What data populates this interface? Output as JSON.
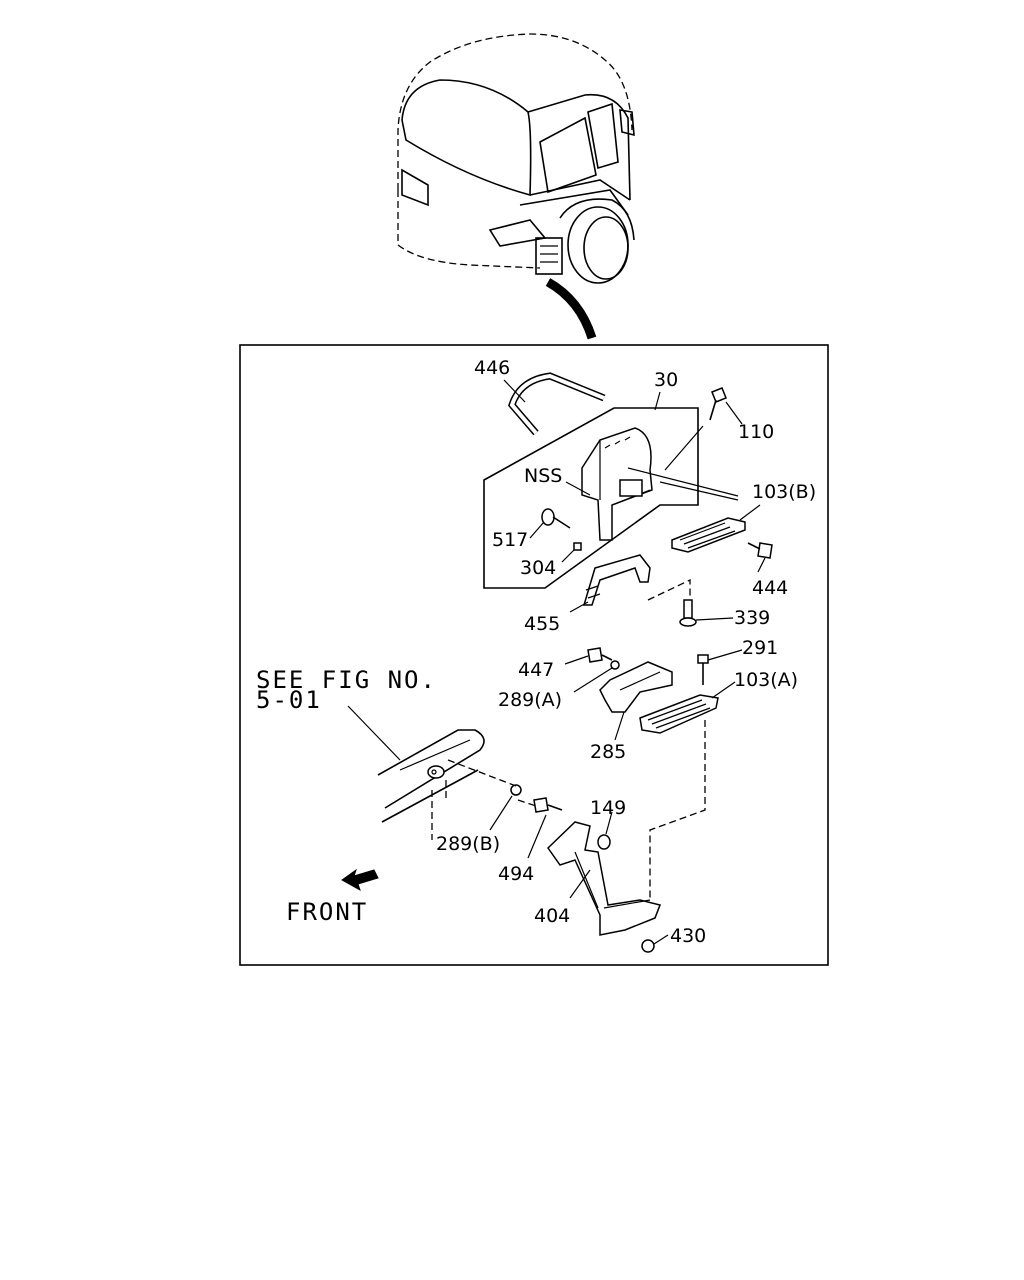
{
  "diagram": {
    "labels": {
      "p446": "446",
      "p30": "30",
      "p110": "110",
      "nss": "NSS",
      "p103b": "103(B)",
      "p517": "517",
      "p304": "304",
      "p444": "444",
      "p455": "455",
      "p339": "339",
      "p291": "291",
      "p447": "447",
      "p103a": "103(A)",
      "p289a": "289(A)",
      "p285": "285",
      "p149": "149",
      "p289b": "289(B)",
      "p494": "494",
      "p404": "404",
      "p430": "430"
    },
    "reference": {
      "line1": "SEE FIG NO.",
      "line2": "5-01"
    },
    "front_label": "FRONT"
  }
}
